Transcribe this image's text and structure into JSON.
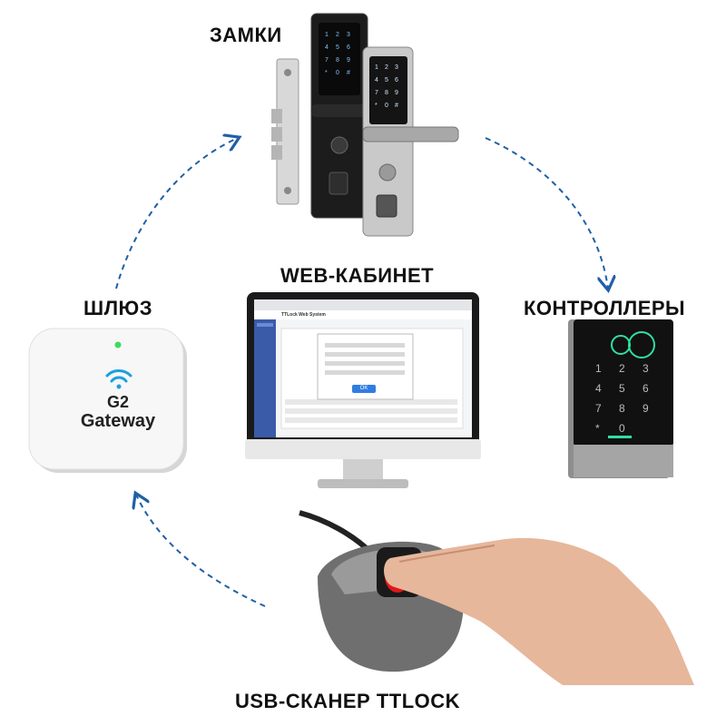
{
  "labels": {
    "locks": "ЗАМКИ",
    "web": "WEB-КАБИНЕТ",
    "gateway": "ШЛЮЗ",
    "controllers": "КОНТРОЛЛЕРЫ",
    "scanner": "USB-СКАНЕР TTLOCK"
  },
  "gateway_device": {
    "model": "G2",
    "name": "Gateway"
  },
  "monitor_screen": {
    "app_title": "TTLock Web System",
    "dialog_button": "OK"
  },
  "colors": {
    "arrow": "#1f5fa8",
    "wifi": "#1aa0e0",
    "led": "#3ddc5a",
    "fingerprint_glow": "#2fe0a0",
    "scanner_red": "#e01818"
  }
}
